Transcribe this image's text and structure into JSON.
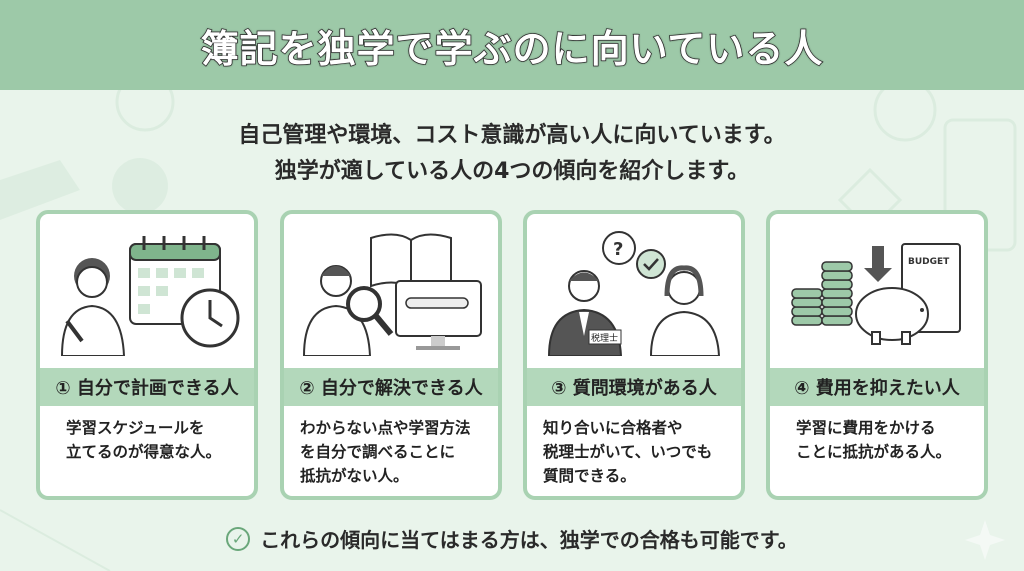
{
  "header": {
    "title": "簿記を独学で学ぶのに向いている人"
  },
  "intro": {
    "line1": "自己管理や環境、コスト意識が高い人に向いています。",
    "line2": "独学が適している人の4つの傾向を紹介します。"
  },
  "cards": [
    {
      "label": "① 自分で計画できる人",
      "desc": [
        "学習スケジュールを",
        "立てるのが得意な人。"
      ],
      "icon": "calendar-clock-icon"
    },
    {
      "label": "② 自分で解決できる人",
      "desc": [
        "わからない点や学習方法",
        "を自分で調べることに",
        "抵抗がない人。"
      ],
      "icon": "book-search-icon"
    },
    {
      "label": "③ 質問環境がある人",
      "desc": [
        "知り合いに合格者や",
        "税理士がいて、いつでも",
        "質問できる。"
      ],
      "icon": "consultation-icon",
      "badge": "税理士"
    },
    {
      "label": "④ 費用を抑えたい人",
      "desc": [
        "学習に費用をかける",
        "ことに抵抗がある人。"
      ],
      "icon": "piggy-bank-icon",
      "book_label": "BUDGET"
    }
  ],
  "footer": {
    "text": "これらの傾向に当てはまる方は、独学での合格も可能です。",
    "icon": "check-circle-icon"
  },
  "colors": {
    "header": "#9dc9a8",
    "background": "#e9f4eb",
    "card_border": "#a9d2b2",
    "band": "#b3d8bb"
  }
}
